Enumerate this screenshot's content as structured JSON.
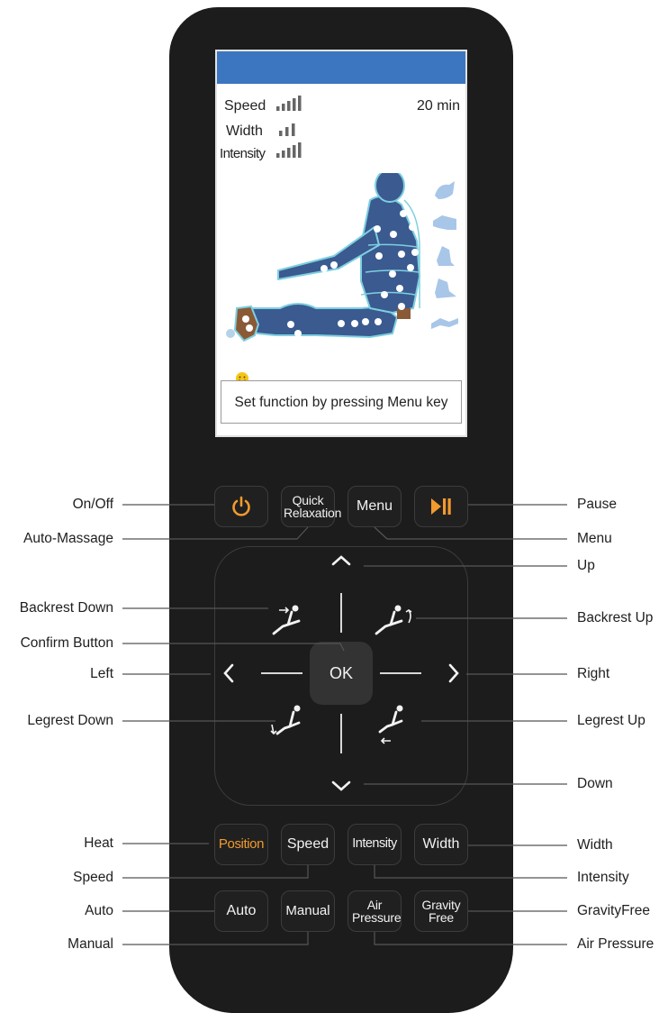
{
  "screen": {
    "speed_label": "Speed",
    "width_label": "Width",
    "intensity_label": "Intensity",
    "timer": "20 min",
    "message": "Set function by pressing Menu key",
    "header_color": "#3d76c0",
    "body_figure_color": "#3a5a90",
    "side_icons": [
      "neck-massage-icon",
      "shoulder-massage-icon",
      "back-massage-icon",
      "waist-massage-icon",
      "seat-massage-icon"
    ],
    "status_icon": "smiley-icon"
  },
  "buttons": {
    "power": {
      "icon": "power-icon"
    },
    "quick_relaxation": "Quick Relaxation",
    "menu": "Menu",
    "play_pause": {
      "icon": "play-pause-icon"
    },
    "ok": "OK",
    "position": "Position",
    "speed": "Speed",
    "intensity": "Intensity",
    "width": "Width",
    "auto": "Auto",
    "manual": "Manual",
    "air_pressure": "Air Pressure",
    "gravity_free": "Gravity Free"
  },
  "labels": {
    "on_off": "On/Off",
    "auto_massage": "Auto-Massage",
    "backrest_down": "Backrest Down",
    "confirm_button": "Confirm Button",
    "left": "Left",
    "legrest_down": "Legrest Down",
    "heat": "Heat",
    "speed": "Speed",
    "auto": "Auto",
    "manual": "Manual",
    "pause": "Pause",
    "menu": "Menu",
    "up": "Up",
    "backrest_up": "Backrest Up",
    "right": "Right",
    "legrest_up": "Legrest Up",
    "down": "Down",
    "width": "Width",
    "intensity": "Intensity",
    "gravity_free": "GravityFree",
    "air_pressure": "Air Pressure"
  },
  "colors": {
    "accent": "#f29a2e",
    "remote_body": "#1c1c1c",
    "button_border": "#3c3c3c"
  }
}
